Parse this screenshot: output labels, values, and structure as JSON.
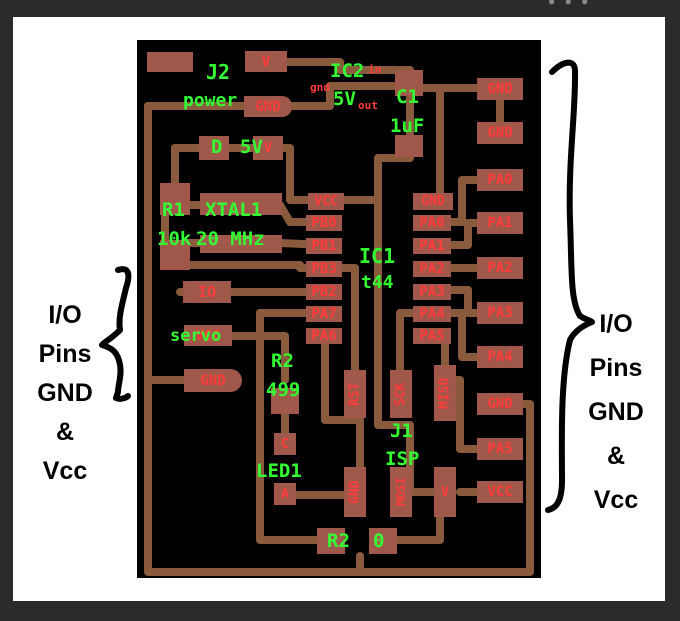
{
  "colors": {
    "trace": "#8a5a3c",
    "pad": "#a0584a",
    "pad_text": "#ff3b3b",
    "label_text": "#33ff33",
    "board": "#000000",
    "frame": "#ffffff",
    "background": "#2b2b2b"
  },
  "left_annotation": {
    "lines": [
      "I/O",
      "Pins",
      "GND",
      "&",
      "Vcc"
    ]
  },
  "right_annotation": {
    "lines": [
      "I/O",
      "Pins",
      "GND",
      "&",
      "Vcc"
    ]
  },
  "pads": {
    "v_top": "V",
    "j2_gnd": "GND",
    "d_v": "V",
    "vcc_ic": "VCC",
    "gnd_ic": "GND",
    "ic_left": [
      "PB0",
      "PB1",
      "PB3",
      "PB2",
      "PA7",
      "PA6"
    ],
    "ic_right": [
      "PA0",
      "PA1",
      "PA2",
      "PA3",
      "PA4",
      "PA5"
    ],
    "io": "IO",
    "vcc_servo": "VCC",
    "gnd_servo": "GND",
    "hdr": [
      "GND",
      "GND",
      "PA0",
      "PA1",
      "PA2",
      "PA3",
      "PA4",
      "GND",
      "PA5",
      "VCC"
    ],
    "rst": "RST",
    "sck": "SCK",
    "miso": "MISO",
    "mosi": "MOSI",
    "isp_gnd": "GND",
    "isp_v": "V",
    "led_c": "C",
    "led_a": "A",
    "ic2_gnd": "gnd",
    "ic2_in": "in",
    "ic2_out": "out"
  },
  "labels": {
    "j2": "J2",
    "power": "power",
    "ic2": "IC2",
    "ic2_val": "5V",
    "c1": "C1",
    "c1_val": "1uF",
    "d": "D",
    "d_val": "5V",
    "r1": "R1",
    "xtal": "XTAL1",
    "r1_val": "10k",
    "xtal_val": "20 MHz",
    "ic1": "IC1",
    "ic1_val": "t44",
    "servo": "servo",
    "r2": "R2",
    "r2_val": "499",
    "led": "LED1",
    "j1": "J1",
    "isp": "ISP",
    "r2b": "R2",
    "r2b_val": "0"
  }
}
